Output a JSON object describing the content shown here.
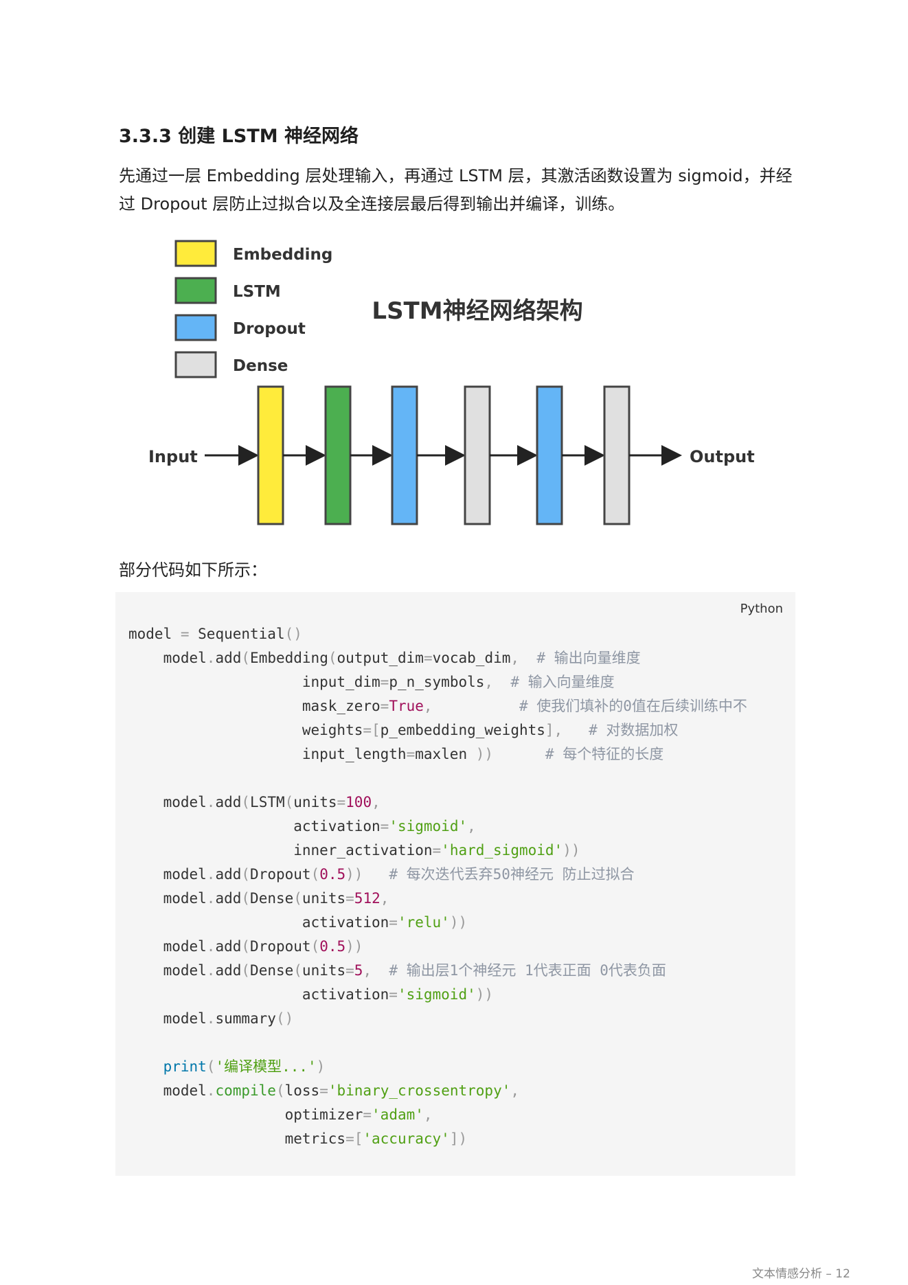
{
  "heading": "3.3.3 创建 LSTM 神经网络",
  "paragraph": "先通过一层 Embedding 层处理输入，再通过 LSTM 层，其激活函数设置为 sigmoid，并经过 Dropout 层防止过拟合以及全连接层最后得到输出并编译，训练。",
  "diagram": {
    "title": "LSTM神经网络架构",
    "input_label": "Input",
    "output_label": "Output",
    "legend": [
      {
        "label": "Embedding",
        "color": "#ffeb3b"
      },
      {
        "label": "LSTM",
        "color": "#4caf50"
      },
      {
        "label": "Dropout",
        "color": "#64b5f6"
      },
      {
        "label": "Dense",
        "color": "#e0e0e0"
      }
    ],
    "layers": [
      "Embedding",
      "LSTM",
      "Dropout",
      "Dense",
      "Dropout",
      "Dense"
    ]
  },
  "code_intro": "部分代码如下所示：",
  "code": {
    "language": "Python",
    "lines": [
      [
        [
          "model ",
          ""
        ],
        [
          "= ",
          "p"
        ],
        [
          "Sequential",
          ""
        ],
        [
          "()",
          "p"
        ]
      ],
      [
        [
          "    model",
          ""
        ],
        [
          ".",
          "p"
        ],
        [
          "add",
          ""
        ],
        [
          "(",
          "p"
        ],
        [
          "Embedding",
          ""
        ],
        [
          "(",
          "p"
        ],
        [
          "output_dim",
          ""
        ],
        [
          "=",
          "p"
        ],
        [
          "vocab_dim",
          ""
        ],
        [
          ",  ",
          "p"
        ],
        [
          "# 输出向量维度",
          "c"
        ]
      ],
      [
        [
          "                    input_dim",
          ""
        ],
        [
          "=",
          "p"
        ],
        [
          "p_n_symbols",
          ""
        ],
        [
          ",  ",
          "p"
        ],
        [
          "# 输入向量维度",
          "c"
        ]
      ],
      [
        [
          "                    mask_zero",
          ""
        ],
        [
          "=",
          "p"
        ],
        [
          "True",
          "n"
        ],
        [
          ",          ",
          "p"
        ],
        [
          "# 使我们填补的0值在后续训练中不",
          "c"
        ]
      ],
      [
        [
          "                    weights",
          ""
        ],
        [
          "=[",
          "p"
        ],
        [
          "p_embedding_weights",
          ""
        ],
        [
          "],   ",
          "p"
        ],
        [
          "# 对数据加权",
          "c"
        ]
      ],
      [
        [
          "                    input_length",
          ""
        ],
        [
          "=",
          "p"
        ],
        [
          "maxlen ",
          ""
        ],
        [
          "))      ",
          "p"
        ],
        [
          "# 每个特征的长度",
          "c"
        ]
      ],
      [
        [
          "",
          ""
        ]
      ],
      [
        [
          "    model",
          ""
        ],
        [
          ".",
          "p"
        ],
        [
          "add",
          ""
        ],
        [
          "(",
          "p"
        ],
        [
          "LSTM",
          ""
        ],
        [
          "(",
          "p"
        ],
        [
          "units",
          ""
        ],
        [
          "=",
          "p"
        ],
        [
          "100",
          "n"
        ],
        [
          ",",
          "p"
        ]
      ],
      [
        [
          "                   activation",
          ""
        ],
        [
          "=",
          "p"
        ],
        [
          "'sigmoid'",
          "s"
        ],
        [
          ",",
          "p"
        ]
      ],
      [
        [
          "                   inner_activation",
          ""
        ],
        [
          "=",
          "p"
        ],
        [
          "'hard_sigmoid'",
          "s"
        ],
        [
          "))",
          "p"
        ]
      ],
      [
        [
          "    model",
          ""
        ],
        [
          ".",
          "p"
        ],
        [
          "add",
          ""
        ],
        [
          "(",
          "p"
        ],
        [
          "Dropout",
          ""
        ],
        [
          "(",
          "p"
        ],
        [
          "0.5",
          "n"
        ],
        [
          "))   ",
          "p"
        ],
        [
          "# 每次迭代丢弃50神经元 防止过拟合",
          "c"
        ]
      ],
      [
        [
          "    model",
          ""
        ],
        [
          ".",
          "p"
        ],
        [
          "add",
          ""
        ],
        [
          "(",
          "p"
        ],
        [
          "Dense",
          ""
        ],
        [
          "(",
          "p"
        ],
        [
          "units",
          ""
        ],
        [
          "=",
          "p"
        ],
        [
          "512",
          "n"
        ],
        [
          ",",
          "p"
        ]
      ],
      [
        [
          "                    activation",
          ""
        ],
        [
          "=",
          "p"
        ],
        [
          "'relu'",
          "s"
        ],
        [
          "))",
          "p"
        ]
      ],
      [
        [
          "    model",
          ""
        ],
        [
          ".",
          "p"
        ],
        [
          "add",
          ""
        ],
        [
          "(",
          "p"
        ],
        [
          "Dropout",
          ""
        ],
        [
          "(",
          "p"
        ],
        [
          "0.5",
          "n"
        ],
        [
          "))",
          "p"
        ]
      ],
      [
        [
          "    model",
          ""
        ],
        [
          ".",
          "p"
        ],
        [
          "add",
          ""
        ],
        [
          "(",
          "p"
        ],
        [
          "Dense",
          ""
        ],
        [
          "(",
          "p"
        ],
        [
          "units",
          ""
        ],
        [
          "=",
          "p"
        ],
        [
          "5",
          "n"
        ],
        [
          ",  ",
          "p"
        ],
        [
          "# 输出层1个神经元 1代表正面 0代表负面",
          "c"
        ]
      ],
      [
        [
          "                    activation",
          ""
        ],
        [
          "=",
          "p"
        ],
        [
          "'sigmoid'",
          "s"
        ],
        [
          "))",
          "p"
        ]
      ],
      [
        [
          "    model",
          ""
        ],
        [
          ".",
          "p"
        ],
        [
          "summary",
          ""
        ],
        [
          "()",
          "p"
        ]
      ],
      [
        [
          "",
          ""
        ]
      ],
      [
        [
          "    ",
          ""
        ],
        [
          "print",
          "f"
        ],
        [
          "(",
          "p"
        ],
        [
          "'编译模型...'",
          "s"
        ],
        [
          ")",
          "p"
        ]
      ],
      [
        [
          "    model",
          ""
        ],
        [
          ".",
          "p"
        ],
        [
          "compile",
          "m"
        ],
        [
          "(",
          "p"
        ],
        [
          "loss",
          ""
        ],
        [
          "=",
          "p"
        ],
        [
          "'binary_crossentropy'",
          "s"
        ],
        [
          ",",
          "p"
        ]
      ],
      [
        [
          "                  optimizer",
          ""
        ],
        [
          "=",
          "p"
        ],
        [
          "'adam'",
          "s"
        ],
        [
          ",",
          "p"
        ]
      ],
      [
        [
          "                  metrics",
          ""
        ],
        [
          "=[",
          "p"
        ],
        [
          "'accuracy'",
          "s"
        ],
        [
          "])",
          "p"
        ]
      ]
    ]
  },
  "footer": "文本情感分析 – 12"
}
